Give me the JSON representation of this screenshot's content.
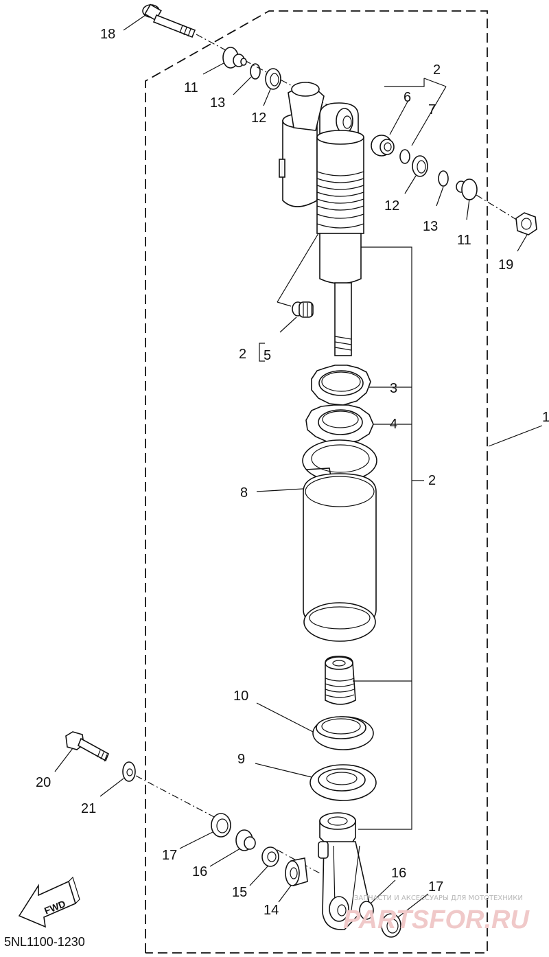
{
  "diagram_code": "5NL1100-1230",
  "fwd_label": "FWD",
  "watermark": {
    "tagline": "ЗАПЧАСТИ И АКСЕССУАРЫ ДЛЯ МОТОТЕХНИКИ",
    "brand": "PARTSFOR.RU"
  },
  "callouts": {
    "c1": "1",
    "c2_top": "2",
    "c2_mid": "2",
    "c2_small": "2",
    "c3": "3",
    "c4": "4",
    "c5": "5",
    "c6": "6",
    "c7": "7",
    "c8": "8",
    "c9": "9",
    "c10": "10",
    "c11_left": "11",
    "c11_right": "11",
    "c12_left": "12",
    "c12_right": "12",
    "c13_left": "13",
    "c13_right": "13",
    "c14": "14",
    "c15": "15",
    "c16_left": "16",
    "c16_right": "16",
    "c17_left": "17",
    "c17_right": "17",
    "c18": "18",
    "c19": "19",
    "c20": "20",
    "c21": "21"
  }
}
